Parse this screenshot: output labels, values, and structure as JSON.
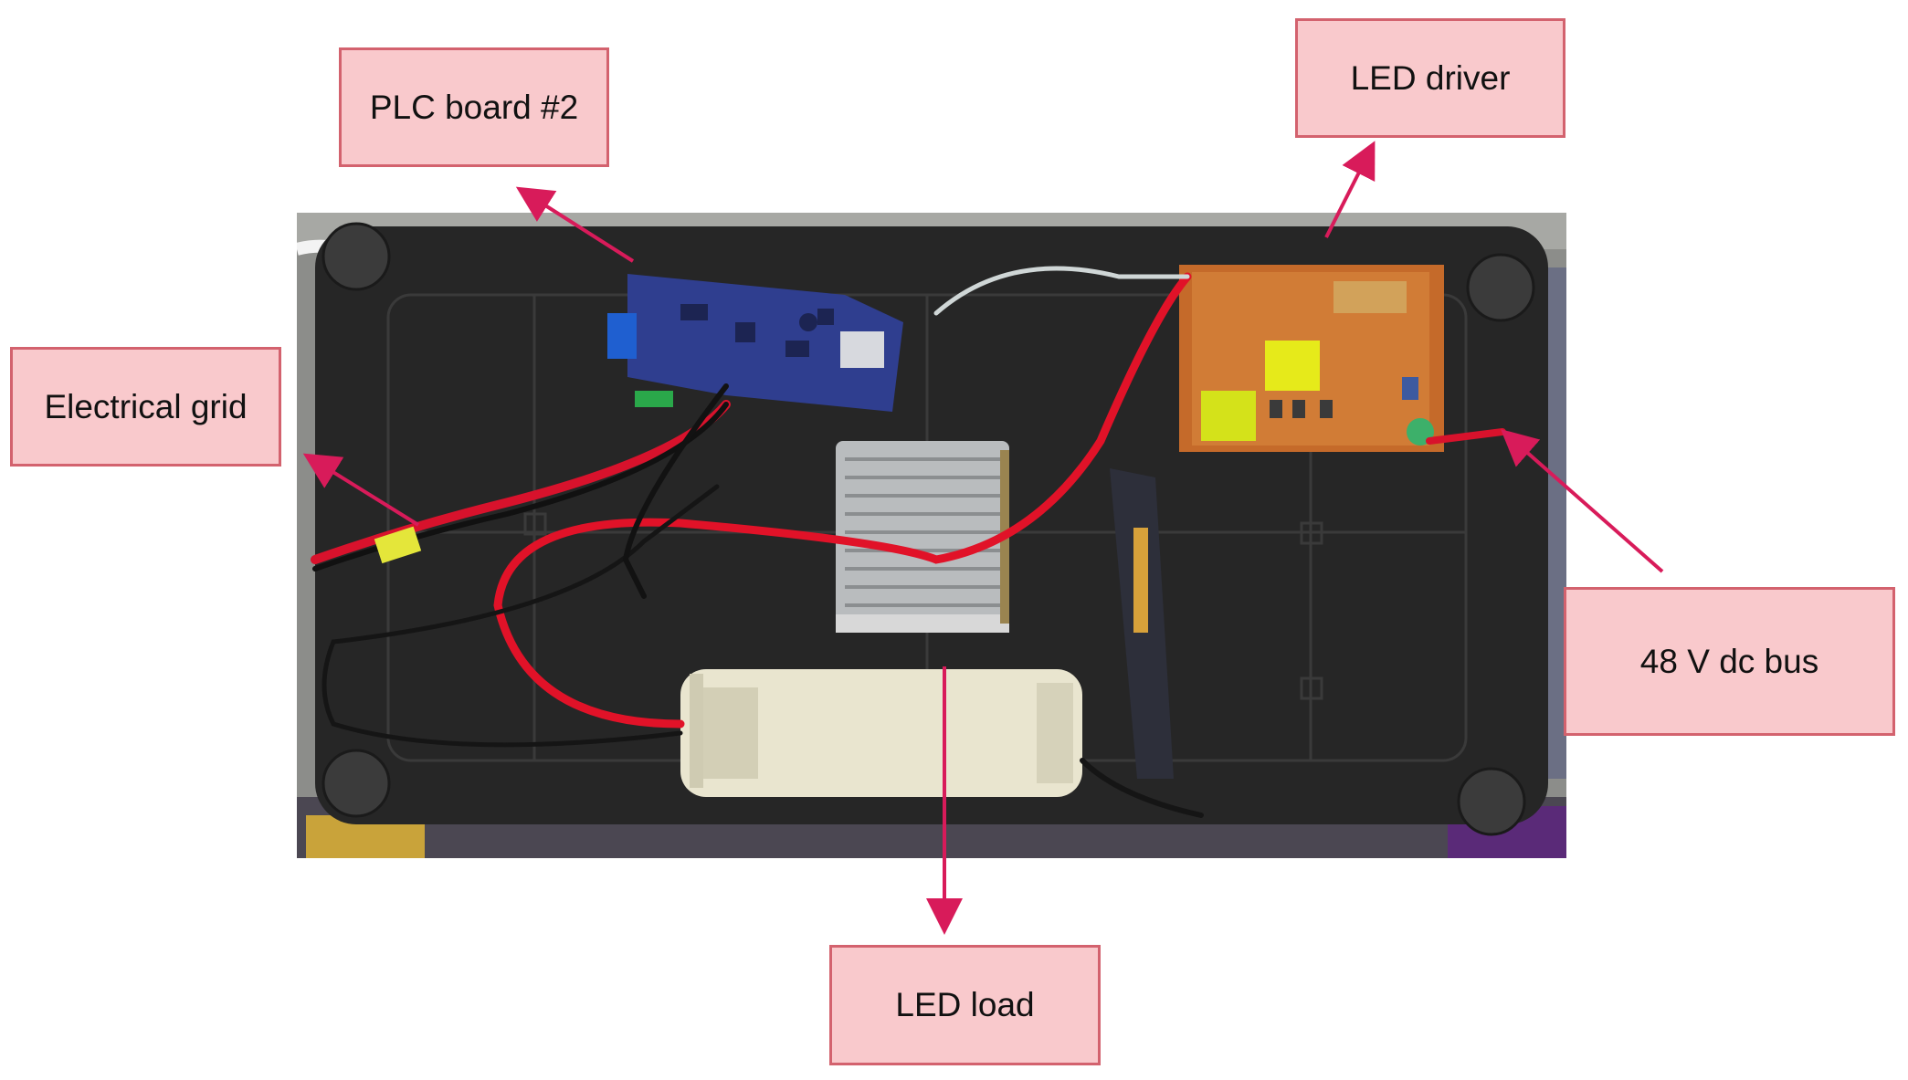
{
  "callouts": {
    "plc_board": "PLC board #2",
    "led_driver": "LED driver",
    "electrical_grid": "Electrical grid",
    "dc_bus": "48 V dc bus",
    "led_load": "LED load"
  },
  "colors": {
    "callout_fill": "#f9c9cc",
    "callout_border": "#d3626e",
    "arrow": "#d81b5a"
  }
}
